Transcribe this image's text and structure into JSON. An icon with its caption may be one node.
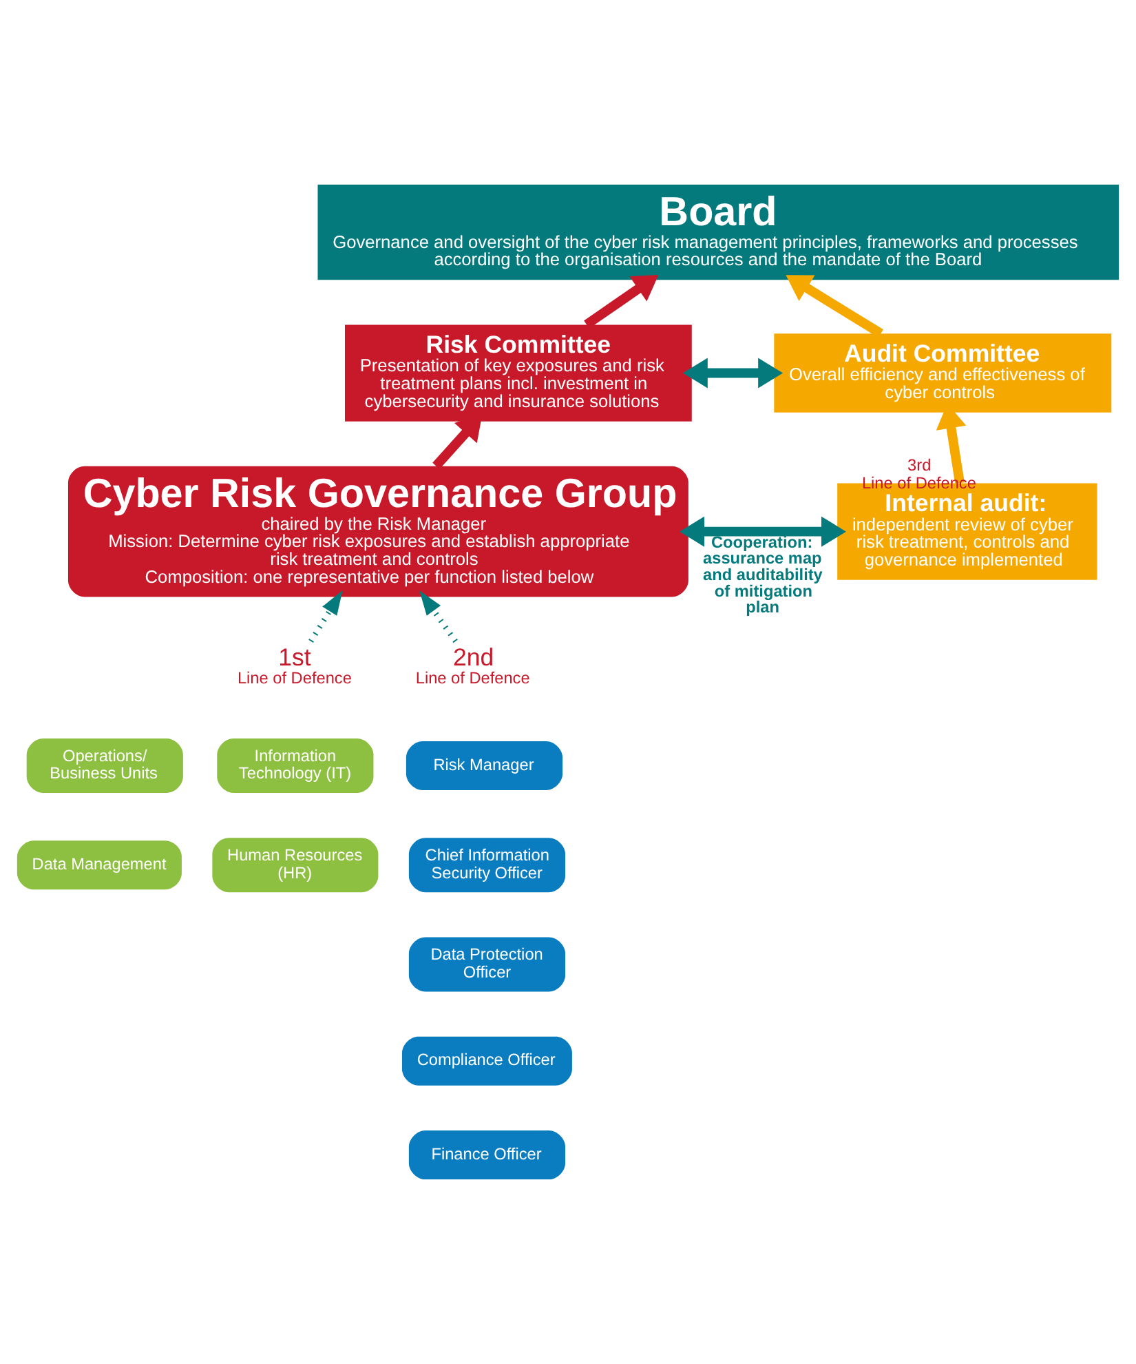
{
  "diagram": {
    "nodes": [
      {
        "text": [
          "Board",
          "Governance and oversight of the cyber risk management principles, frameworks and processes according to the organisation resources and the mandate of the Board"
        ]
      },
      {
        "text": [
          "Risk Committee",
          "Presentation of key exposures and risk treatment plans incl. investment in cybersecurity and insurance solutions"
        ]
      },
      {
        "text": [
          "Audit Committee",
          "Overall efficiency and effectiveness of cyber controls"
        ]
      },
      {
        "text": [
          "Cyber Risk Governance Group",
          "chaired by the Risk Manager",
          "Mission: Determine cyber risk exposures and establish appropriate risk treatment and controls",
          "Composition: one representative per function listed below"
        ]
      },
      {
        "text": [
          "Internal audit:",
          "independent review of cyber risk treatment, controls and governance implemented"
        ],
        "beside": [
          "3rd",
          "Line of Defence"
        ]
      },
      {
        "text": [
          "1st",
          "Line of Defence"
        ]
      },
      {
        "text": [
          "2nd",
          "Line of Defence"
        ]
      },
      {
        "text": [
          "Operations/ Business Units"
        ]
      },
      {
        "text": [
          "Information Technology (IT)"
        ]
      },
      {
        "text": [
          "Data Management"
        ]
      },
      {
        "text": [
          "Human Resources (HR)"
        ]
      },
      {
        "text": [
          "Risk Manager"
        ]
      },
      {
        "text": [
          "Chief Information Security Officer"
        ]
      },
      {
        "text": [
          "Data Protection Officer"
        ]
      },
      {
        "text": [
          "Compliance Officer"
        ]
      },
      {
        "text": [
          "Finance Officer"
        ]
      }
    ],
    "edges": [
      {
        "from": 1,
        "to": 0,
        "arrow": "to",
        "color": "#c8192a"
      },
      {
        "from": 2,
        "to": 0,
        "arrow": "to",
        "color": "#f5a800"
      },
      {
        "from": 1,
        "to": 2,
        "arrow": "both"
      },
      {
        "from": 3,
        "to": 1,
        "arrow": "to",
        "color": "#c8192a"
      },
      {
        "from": 4,
        "to": 2,
        "arrow": "to",
        "color": "#f5a800"
      },
      {
        "from": 3,
        "to": 4,
        "arrow": "both",
        "label": "Cooperation: assurance map and auditability of mitigation plan"
      },
      {
        "from": 5,
        "to": 3,
        "arrow": "to",
        "style": "dashed"
      },
      {
        "from": 6,
        "to": 3,
        "arrow": "to",
        "style": "dashed"
      }
    ]
  }
}
